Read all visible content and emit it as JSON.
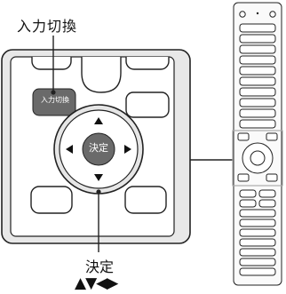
{
  "callouts": {
    "input_switch_label": "入力切換",
    "enter_label": "決定",
    "arrow_keys_label": "▲▼◀▶"
  },
  "buttons": {
    "input_switch": "入力切換",
    "enter": "決定"
  },
  "colors": {
    "line": "#222222",
    "panel_bg": "#e8e8e8",
    "button_dark": "#6a6a6a",
    "highlight_box": "#aaaaaa"
  },
  "icons": [
    "arrow-up-icon",
    "arrow-down-icon",
    "arrow-left-icon",
    "arrow-right-icon"
  ]
}
